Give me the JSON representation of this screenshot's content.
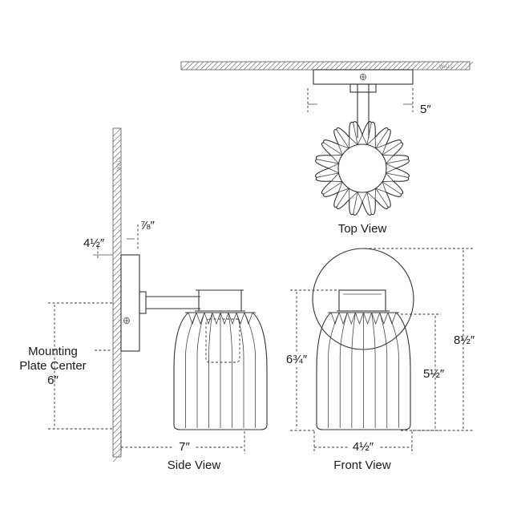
{
  "views": {
    "top": "Top View",
    "side": "Side View",
    "front": "Front View"
  },
  "wall_labels": {
    "top": "WALL",
    "side": "WALL"
  },
  "dimensions": {
    "top_depth": "5″",
    "plate_thickness": "⅞″",
    "plate_offset": "4½″",
    "mounting_center_line1": "Mounting",
    "mounting_center_line2": "Plate Center",
    "mounting_center_value": "6″",
    "side_depth": "7″",
    "front_width": "4½″",
    "shade_height": "6¾″",
    "shade_height_small": "5½″",
    "overall_height": "8½″"
  },
  "colors": {
    "line": "#333333",
    "text": "#1a1a1a",
    "hatch": "#777777"
  }
}
